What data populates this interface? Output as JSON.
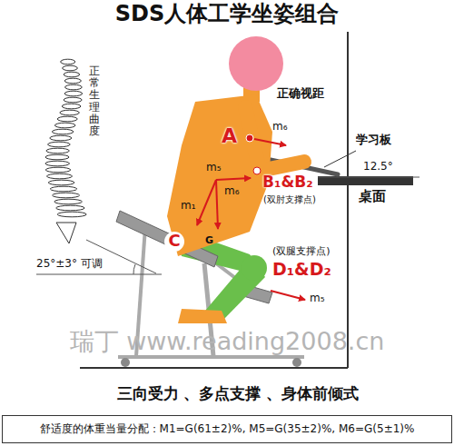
{
  "diagram": {
    "title": "SDS人体工学坐姿组合",
    "nodes": [
      {
        "text": [
          "舒适度的体重当量分配：M1=G(61±2)%, M5=G(35±2)%, M6=G(5±1)%"
        ]
      }
    ],
    "labels": [
      "正常生理曲度",
      "正确视距",
      "A",
      "m₆",
      "学习板",
      "12.5°",
      "m₅",
      "m₆",
      "B₁&B₂",
      "(双肘支撑点)",
      "桌面",
      "m₁",
      "C",
      "G",
      "25°±3° 可调",
      "(双腿支撑点)",
      "D₁&D₂",
      "m₅",
      "瑞丁 www.reading2008.cn",
      "三向受力 、多点支撑 、身体前倾式"
    ]
  }
}
